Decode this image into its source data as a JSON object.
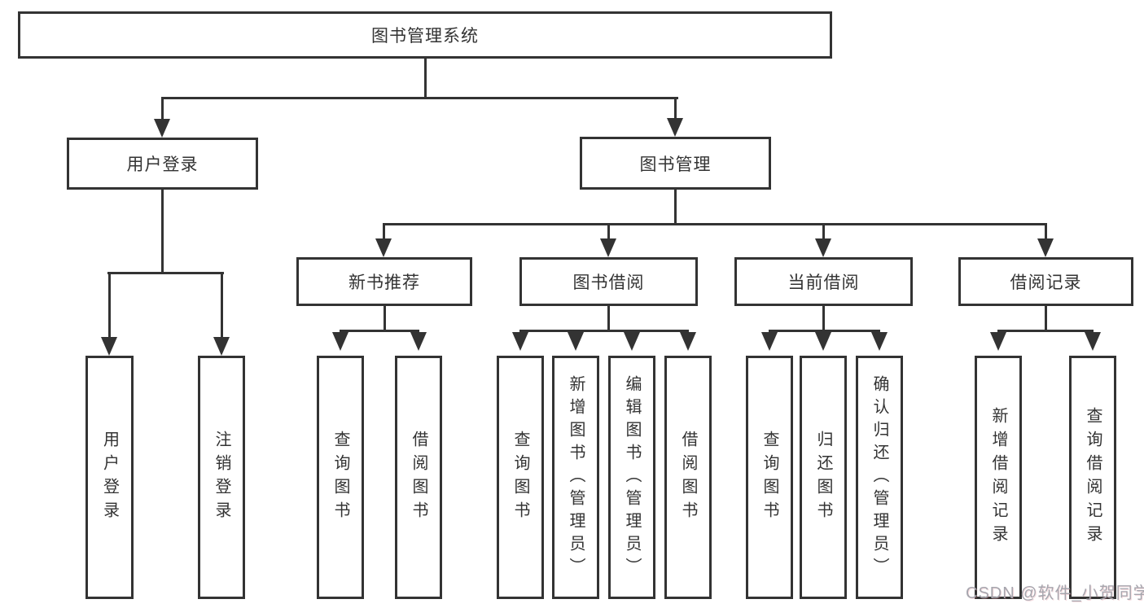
{
  "tree": {
    "root": {
      "label": "图书管理系统"
    },
    "branches": [
      {
        "label": "用户登录",
        "children": [
          "用户登录",
          "注销登录"
        ]
      },
      {
        "label": "图书管理",
        "sections": [
          {
            "label": "新书推荐",
            "children": [
              "查询图书",
              "借阅图书"
            ]
          },
          {
            "label": "图书借阅",
            "children": [
              "查询图书",
              "新增图书（管理员）",
              "编辑图书（管理员）",
              "借阅图书"
            ]
          },
          {
            "label": "当前借阅",
            "children": [
              "查询图书",
              "归还图书",
              "确认归还（管理员）"
            ]
          },
          {
            "label": "借阅记录",
            "children": [
              "新增借阅记录",
              "查询借阅记录"
            ]
          }
        ]
      }
    ]
  },
  "watermark": {
    "text": "CSDN @软件_小贺同学"
  },
  "colors": {
    "line": "#333333",
    "text": "#333333",
    "background": "#ffffff",
    "watermark": "#a6a6ae"
  }
}
